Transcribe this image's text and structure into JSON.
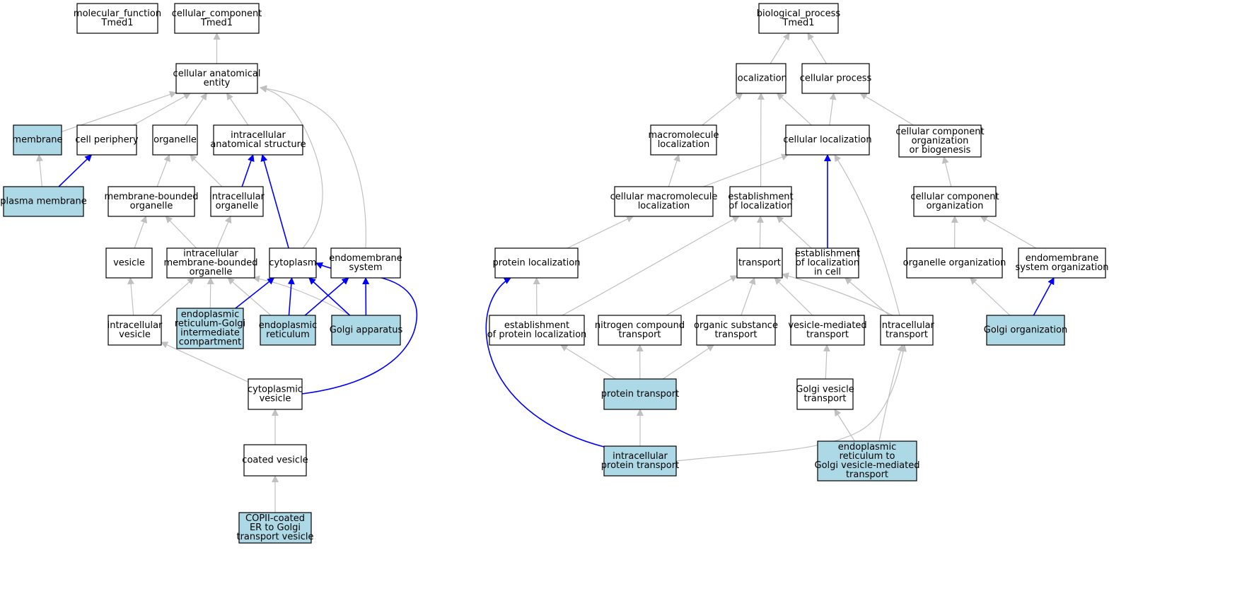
{
  "colors": {
    "highlight_fill": "#add8e6",
    "plain_fill": "#ffffff",
    "node_border": "#000000",
    "gray_edge": "#c0c0c0",
    "blue_edge": "#0000ff"
  },
  "nodes": [
    {
      "id": "mf",
      "lines": [
        "molecular_function",
        "Tmed1"
      ],
      "hl": false
    },
    {
      "id": "cc",
      "lines": [
        "cellular_component",
        "Tmed1"
      ],
      "hl": false
    },
    {
      "id": "cae",
      "lines": [
        "cellular anatomical",
        "entity"
      ],
      "hl": false
    },
    {
      "id": "membrane",
      "lines": [
        "membrane"
      ],
      "hl": true
    },
    {
      "id": "cellper",
      "lines": [
        "cell periphery"
      ],
      "hl": false
    },
    {
      "id": "organelle",
      "lines": [
        "organelle"
      ],
      "hl": false
    },
    {
      "id": "ias",
      "lines": [
        "intracellular",
        "anatomical structure"
      ],
      "hl": false
    },
    {
      "id": "pm",
      "lines": [
        "plasma membrane"
      ],
      "hl": true
    },
    {
      "id": "mbo",
      "lines": [
        "membrane-bounded",
        "organelle"
      ],
      "hl": false
    },
    {
      "id": "io",
      "lines": [
        "intracellular",
        "organelle"
      ],
      "hl": false
    },
    {
      "id": "vesicle",
      "lines": [
        "vesicle"
      ],
      "hl": false
    },
    {
      "id": "imbo",
      "lines": [
        "intracellular",
        "membrane-bounded",
        "organelle"
      ],
      "hl": false
    },
    {
      "id": "cyto",
      "lines": [
        "cytoplasm"
      ],
      "hl": false
    },
    {
      "id": "endo",
      "lines": [
        "endomembrane",
        "system"
      ],
      "hl": false
    },
    {
      "id": "iv",
      "lines": [
        "intracellular",
        "vesicle"
      ],
      "hl": false
    },
    {
      "id": "ergic",
      "lines": [
        "endoplasmic",
        "reticulum-Golgi",
        "intermediate",
        "compartment"
      ],
      "hl": true
    },
    {
      "id": "er",
      "lines": [
        "endoplasmic",
        "reticulum"
      ],
      "hl": true
    },
    {
      "id": "golgi",
      "lines": [
        "Golgi apparatus"
      ],
      "hl": true
    },
    {
      "id": "cv",
      "lines": [
        "cytoplasmic",
        "vesicle"
      ],
      "hl": false
    },
    {
      "id": "coated",
      "lines": [
        "coated vesicle"
      ],
      "hl": false
    },
    {
      "id": "copii",
      "lines": [
        "COPII-coated",
        "ER to Golgi",
        "transport vesicle"
      ],
      "hl": true
    },
    {
      "id": "bp",
      "lines": [
        "biological_process",
        "Tmed1"
      ],
      "hl": false
    },
    {
      "id": "loc",
      "lines": [
        "localization"
      ],
      "hl": false
    },
    {
      "id": "cp",
      "lines": [
        "cellular process"
      ],
      "hl": false
    },
    {
      "id": "ml",
      "lines": [
        "macromolecule",
        "localization"
      ],
      "hl": false
    },
    {
      "id": "cl",
      "lines": [
        "cellular localization"
      ],
      "hl": false
    },
    {
      "id": "ccob",
      "lines": [
        "cellular component",
        "organization",
        "or biogenesis"
      ],
      "hl": false
    },
    {
      "id": "cml",
      "lines": [
        "cellular macromolecule",
        "localization"
      ],
      "hl": false
    },
    {
      "id": "eol",
      "lines": [
        "establishment",
        "of localization"
      ],
      "hl": false
    },
    {
      "id": "cco",
      "lines": [
        "cellular component",
        "organization"
      ],
      "hl": false
    },
    {
      "id": "prl",
      "lines": [
        "protein localization"
      ],
      "hl": false
    },
    {
      "id": "trans",
      "lines": [
        "transport"
      ],
      "hl": false
    },
    {
      "id": "eolc",
      "lines": [
        "establishment",
        "of localization",
        "in cell"
      ],
      "hl": false
    },
    {
      "id": "oo",
      "lines": [
        "organelle organization"
      ],
      "hl": false
    },
    {
      "id": "eso",
      "lines": [
        "endomembrane",
        "system organization"
      ],
      "hl": false
    },
    {
      "id": "epl",
      "lines": [
        "establishment",
        "of protein localization"
      ],
      "hl": false
    },
    {
      "id": "nct",
      "lines": [
        "nitrogen compound",
        "transport"
      ],
      "hl": false
    },
    {
      "id": "ost",
      "lines": [
        "organic substance",
        "transport"
      ],
      "hl": false
    },
    {
      "id": "vmt",
      "lines": [
        "vesicle-mediated",
        "transport"
      ],
      "hl": false
    },
    {
      "id": "it",
      "lines": [
        "intracellular",
        "transport"
      ],
      "hl": false
    },
    {
      "id": "go",
      "lines": [
        "Golgi organization"
      ],
      "hl": true
    },
    {
      "id": "pt",
      "lines": [
        "protein transport"
      ],
      "hl": true
    },
    {
      "id": "gvt",
      "lines": [
        "Golgi vesicle",
        "transport"
      ],
      "hl": false
    },
    {
      "id": "ipt",
      "lines": [
        "intracellular",
        "protein transport"
      ],
      "hl": true
    },
    {
      "id": "ergvt",
      "lines": [
        "endoplasmic",
        "reticulum to",
        "Golgi vesicle-mediated",
        "transport"
      ],
      "hl": true
    }
  ],
  "edges": [
    {
      "from": "cae",
      "to": "cc",
      "color": "gray"
    },
    {
      "from": "membrane",
      "to": "cae",
      "color": "gray"
    },
    {
      "from": "cellper",
      "to": "cae",
      "color": "gray"
    },
    {
      "from": "organelle",
      "to": "cae",
      "color": "gray"
    },
    {
      "from": "ias",
      "to": "cae",
      "color": "gray"
    },
    {
      "from": "cyto",
      "to": "cae",
      "color": "gray"
    },
    {
      "from": "endo",
      "to": "cae",
      "color": "gray"
    },
    {
      "from": "pm",
      "to": "membrane",
      "color": "gray"
    },
    {
      "from": "pm",
      "to": "cellper",
      "color": "blue"
    },
    {
      "from": "mbo",
      "to": "organelle",
      "color": "gray"
    },
    {
      "from": "io",
      "to": "organelle",
      "color": "gray"
    },
    {
      "from": "io",
      "to": "ias",
      "color": "blue"
    },
    {
      "from": "cyto",
      "to": "ias",
      "color": "blue"
    },
    {
      "from": "vesicle",
      "to": "mbo",
      "color": "gray"
    },
    {
      "from": "imbo",
      "to": "mbo",
      "color": "gray"
    },
    {
      "from": "imbo",
      "to": "io",
      "color": "gray"
    },
    {
      "from": "iv",
      "to": "vesicle",
      "color": "gray"
    },
    {
      "from": "iv",
      "to": "imbo",
      "color": "gray"
    },
    {
      "from": "ergic",
      "to": "imbo",
      "color": "gray"
    },
    {
      "from": "er",
      "to": "imbo",
      "color": "gray"
    },
    {
      "from": "golgi",
      "to": "imbo",
      "color": "gray"
    },
    {
      "from": "ergic",
      "to": "cyto",
      "color": "blue"
    },
    {
      "from": "er",
      "to": "cyto",
      "color": "blue"
    },
    {
      "from": "golgi",
      "to": "cyto",
      "color": "blue"
    },
    {
      "from": "er",
      "to": "endo",
      "color": "blue"
    },
    {
      "from": "golgi",
      "to": "endo",
      "color": "blue"
    },
    {
      "from": "cv",
      "to": "iv",
      "color": "gray"
    },
    {
      "from": "cv",
      "to": "cyto",
      "color": "blue"
    },
    {
      "from": "coated",
      "to": "cv",
      "color": "gray"
    },
    {
      "from": "copii",
      "to": "coated",
      "color": "gray"
    },
    {
      "from": "loc",
      "to": "bp",
      "color": "gray"
    },
    {
      "from": "cp",
      "to": "bp",
      "color": "gray"
    },
    {
      "from": "ml",
      "to": "loc",
      "color": "gray"
    },
    {
      "from": "cl",
      "to": "loc",
      "color": "gray"
    },
    {
      "from": "cl",
      "to": "cp",
      "color": "gray"
    },
    {
      "from": "ccob",
      "to": "cp",
      "color": "gray"
    },
    {
      "from": "eol",
      "to": "loc",
      "color": "gray"
    },
    {
      "from": "cml",
      "to": "ml",
      "color": "gray"
    },
    {
      "from": "cml",
      "to": "cl",
      "color": "gray"
    },
    {
      "from": "cco",
      "to": "ccob",
      "color": "gray"
    },
    {
      "from": "prl",
      "to": "cml",
      "color": "gray"
    },
    {
      "from": "trans",
      "to": "eol",
      "color": "gray"
    },
    {
      "from": "eolc",
      "to": "eol",
      "color": "gray"
    },
    {
      "from": "eolc",
      "to": "cl",
      "color": "blue"
    },
    {
      "from": "oo",
      "to": "cco",
      "color": "gray"
    },
    {
      "from": "eso",
      "to": "cco",
      "color": "gray"
    },
    {
      "from": "epl",
      "to": "prl",
      "color": "gray"
    },
    {
      "from": "epl",
      "to": "eol",
      "color": "gray"
    },
    {
      "from": "nct",
      "to": "trans",
      "color": "gray"
    },
    {
      "from": "ost",
      "to": "trans",
      "color": "gray"
    },
    {
      "from": "vmt",
      "to": "trans",
      "color": "gray"
    },
    {
      "from": "it",
      "to": "trans",
      "color": "gray"
    },
    {
      "from": "it",
      "to": "eolc",
      "color": "gray"
    },
    {
      "from": "it",
      "to": "cl",
      "color": "gray"
    },
    {
      "from": "go",
      "to": "oo",
      "color": "gray"
    },
    {
      "from": "go",
      "to": "eso",
      "color": "blue"
    },
    {
      "from": "pt",
      "to": "epl",
      "color": "gray"
    },
    {
      "from": "pt",
      "to": "nct",
      "color": "gray"
    },
    {
      "from": "pt",
      "to": "ost",
      "color": "gray"
    },
    {
      "from": "gvt",
      "to": "vmt",
      "color": "gray"
    },
    {
      "from": "ipt",
      "to": "pt",
      "color": "gray"
    },
    {
      "from": "ipt",
      "to": "it",
      "color": "gray"
    },
    {
      "from": "ipt",
      "to": "prl",
      "color": "blue"
    },
    {
      "from": "ergvt",
      "to": "gvt",
      "color": "gray"
    },
    {
      "from": "ergvt",
      "to": "it",
      "color": "gray"
    }
  ]
}
